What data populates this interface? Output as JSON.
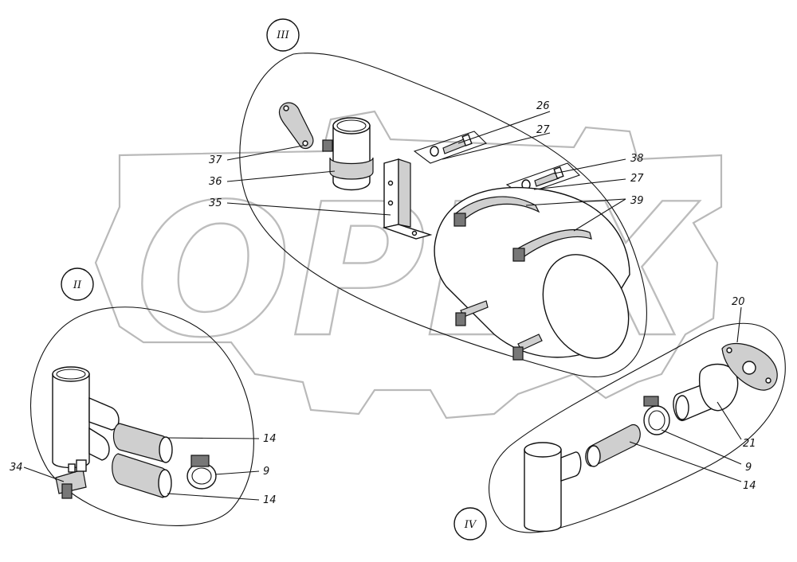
{
  "watermark": {
    "text": "OPEX"
  },
  "views": [
    {
      "id": "II",
      "label": "II"
    },
    {
      "id": "III",
      "label": "III"
    },
    {
      "id": "IV",
      "label": "IV"
    }
  ],
  "callouts": [
    {
      "id": "c26",
      "text": "26"
    },
    {
      "id": "c27a",
      "text": "27"
    },
    {
      "id": "c38",
      "text": "38"
    },
    {
      "id": "c27b",
      "text": "27"
    },
    {
      "id": "c39",
      "text": "39"
    },
    {
      "id": "c37",
      "text": "37"
    },
    {
      "id": "c36",
      "text": "36"
    },
    {
      "id": "c35",
      "text": "35"
    },
    {
      "id": "c34",
      "text": "34"
    },
    {
      "id": "c14a",
      "text": "14"
    },
    {
      "id": "c9a",
      "text": "9"
    },
    {
      "id": "c14b",
      "text": "14"
    },
    {
      "id": "c20",
      "text": "20"
    },
    {
      "id": "c21",
      "text": "21"
    },
    {
      "id": "c9b",
      "text": "9"
    },
    {
      "id": "c14c",
      "text": "14"
    }
  ]
}
